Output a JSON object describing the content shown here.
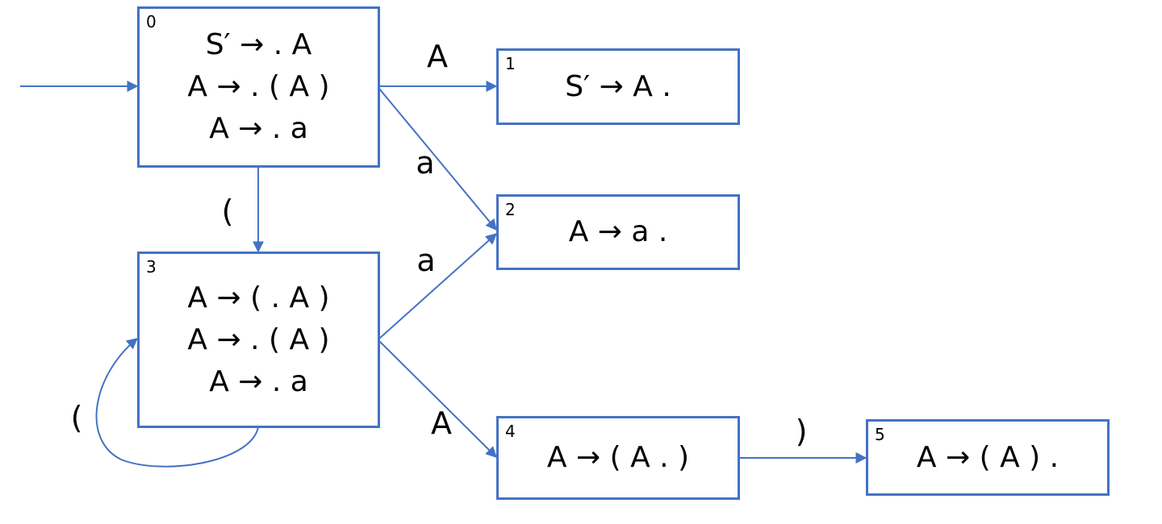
{
  "states": [
    {
      "id": "0",
      "items": [
        "S′ → . A",
        "A → . ( A )",
        "A → . a"
      ]
    },
    {
      "id": "1",
      "items": [
        "S′ → A ."
      ]
    },
    {
      "id": "2",
      "items": [
        "A → a ."
      ]
    },
    {
      "id": "3",
      "items": [
        "A → ( . A )",
        "A → . ( A )",
        "A → . a"
      ]
    },
    {
      "id": "4",
      "items": [
        "A → ( A . )"
      ]
    },
    {
      "id": "5",
      "items": [
        "A → ( A ) ."
      ]
    }
  ],
  "transitions": [
    {
      "from": "0",
      "to": "1",
      "symbol": "A"
    },
    {
      "from": "0",
      "to": "2",
      "symbol": "a"
    },
    {
      "from": "0",
      "to": "3",
      "symbol": "("
    },
    {
      "from": "3",
      "to": "2",
      "symbol": "a"
    },
    {
      "from": "3",
      "to": "3",
      "symbol": "("
    },
    {
      "from": "3",
      "to": "4",
      "symbol": "A"
    },
    {
      "from": "4",
      "to": "5",
      "symbol": ")"
    }
  ],
  "colors": {
    "edge": "#4472c4",
    "box_border": "#4472c4"
  }
}
